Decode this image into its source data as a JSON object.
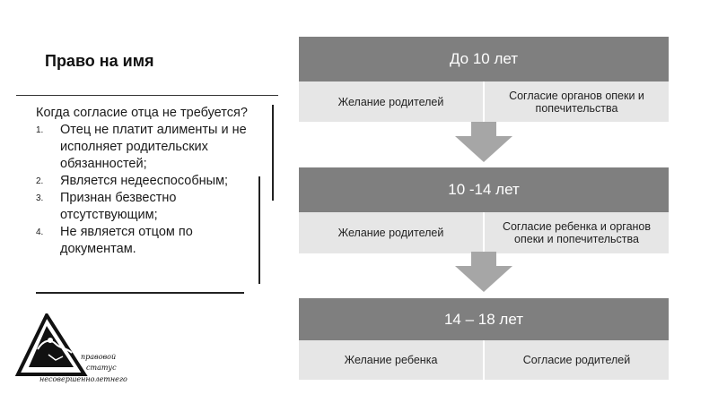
{
  "slide": {
    "title": "Право на имя",
    "intro": "Когда согласие отца не требуется?",
    "items": [
      {
        "num": "1.",
        "text": "Отец не платит алименты и не исполняет родительских обязанностей;"
      },
      {
        "num": "2.",
        "text": "Является недееспособным;"
      },
      {
        "num": "3.",
        "text": "Признан безвестно отсутствующим;"
      },
      {
        "num": "4.",
        "text": "Не является отцом по документам."
      }
    ]
  },
  "logo": {
    "line1": "правовой",
    "line2": "статус",
    "line3": "несовершеннолетнего"
  },
  "diagram": {
    "stages": [
      {
        "header": "До 10 лет",
        "left": "Желание родителей",
        "right": "Согласие органов опеки и попечительства"
      },
      {
        "header": "10 -14 лет",
        "left": "Желание родителей",
        "right": "Согласие ребенка и органов опеки и попечительства"
      },
      {
        "header": "14 – 18 лет",
        "left": "Желание ребенка",
        "right": "Согласие родителей"
      }
    ]
  },
  "colors": {
    "header_bg": "#7f7f7f",
    "row_bg": "#e6e6e6",
    "arrow": "#a6a6a6"
  }
}
